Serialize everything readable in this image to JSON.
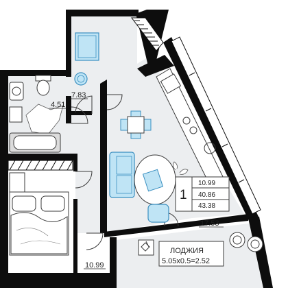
{
  "rooms": {
    "bathroom": {
      "area": "7.83"
    },
    "wc": {
      "area": "4.51"
    },
    "bedroom": {
      "area": "10.99"
    },
    "living": {
      "area": "17.53"
    }
  },
  "summary": {
    "rooms_count": "1",
    "living_area": "10.99",
    "total_area": "40.86",
    "total_with_loggia": "43.38"
  },
  "loggia": {
    "title": "ЛОДЖИЯ",
    "calc": "5.05x0.5=2.52"
  },
  "colors": {
    "floor": "#eceef0",
    "wall": "#0d0d0d",
    "furniture_fill": "#bfe4f5",
    "furniture_stroke": "#3a8fc0",
    "bath_fill": "#dcdcdc"
  }
}
